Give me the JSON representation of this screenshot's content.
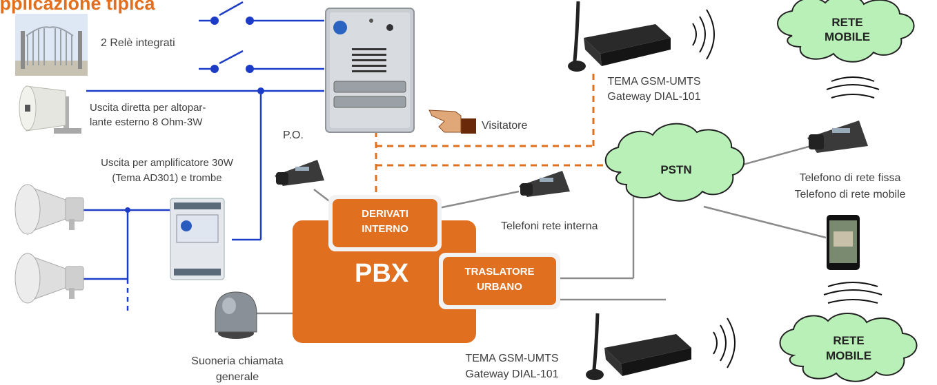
{
  "title": "Applicazione tipica",
  "labels": {
    "relays": "2 Relè integrati",
    "speaker_direct_line1": "Uscita diretta per altopar-",
    "speaker_direct_line2": "lante esterno 8 Ohm-3W",
    "amp_line1": "Uscita per amplificatore 30W",
    "amp_line2": "(Tema AD301) e trombe",
    "po": "P.O.",
    "visitor": "Visitatore",
    "gateway_top_line1": "TEMA GSM-UMTS",
    "gateway_top_line2": "Gateway DIAL-101",
    "gateway_bottom_line1": "TEMA GSM-UMTS",
    "gateway_bottom_line2": "Gateway DIAL-101",
    "internal_phones": "Telefoni rete interna",
    "fixed_phone": "Telefono di rete fissa",
    "mobile_phone": "Telefono di rete mobile",
    "bell_line1": "Suoneria chiamata",
    "bell_line2": "generale"
  },
  "pbx": {
    "name": "PBX",
    "derivati_line1": "DERIVATI",
    "derivati_line2": "INTERNO",
    "traslatore_line1": "TRASLATORE",
    "traslatore_line2": "URBANO"
  },
  "clouds": {
    "top_line1": "RETE",
    "top_line2": "MOBILE",
    "pstn": "PSTN",
    "bottom_line1": "RETE",
    "bottom_line2": "MOBILE"
  },
  "colors": {
    "orange": "#e07020",
    "blue": "#1c3cc8",
    "gray_line": "#8a8a8a",
    "cloud_fill": "#b8f0b8",
    "cloud_stroke": "#222222"
  }
}
